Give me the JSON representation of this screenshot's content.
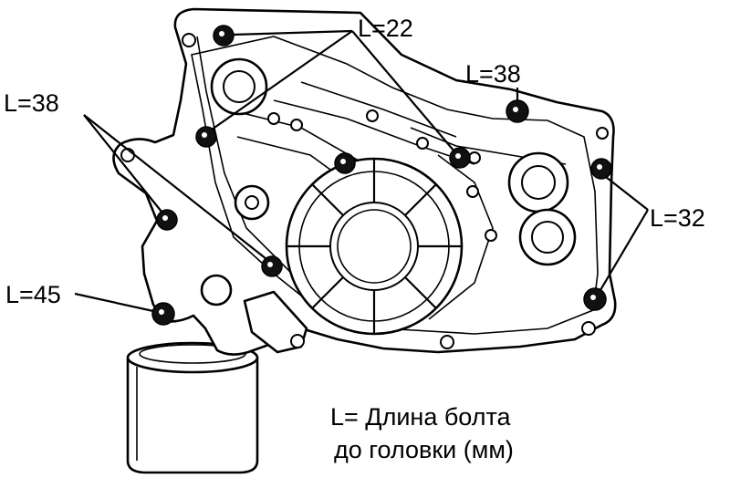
{
  "labels": {
    "l22": "L=22",
    "l38_top": "L=38",
    "l38_left": "L=38",
    "l32": "L=32",
    "l45": "L=45"
  },
  "legend": {
    "line1": "L= Длина болта",
    "line2": "до головки (мм)"
  }
}
